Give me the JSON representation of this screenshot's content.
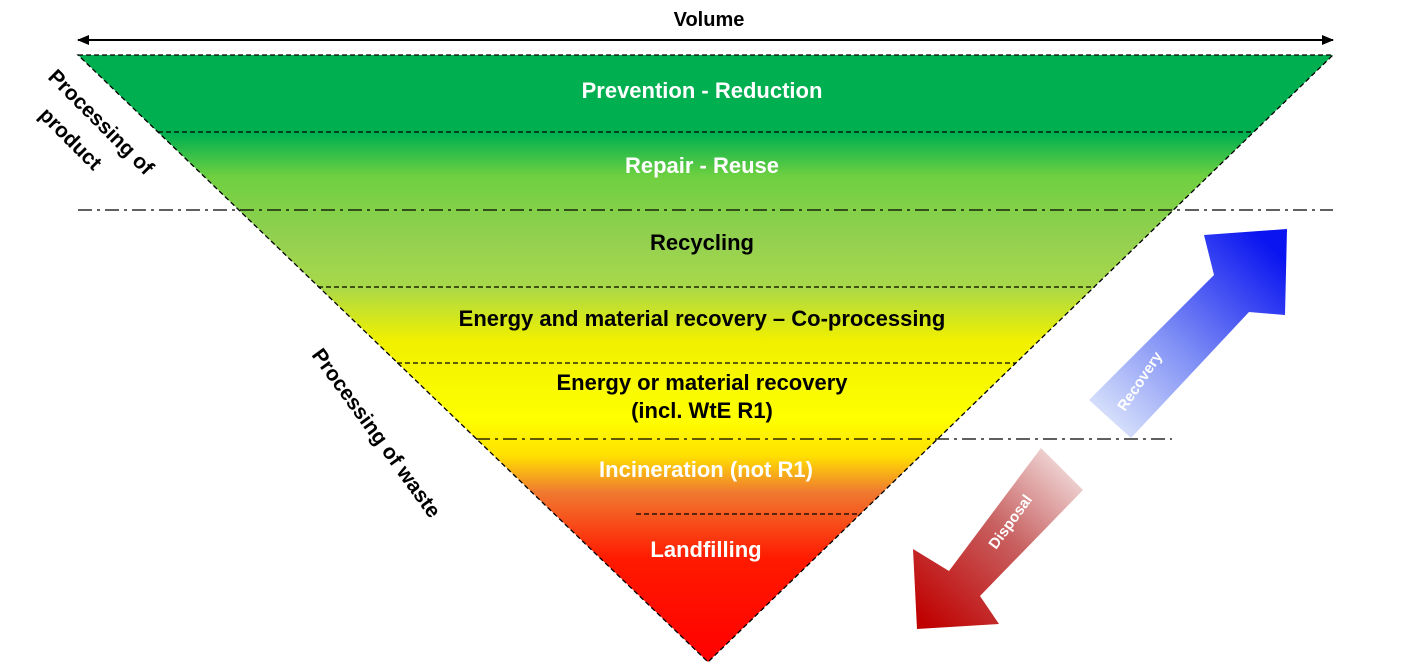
{
  "volume_label": "Volume",
  "side_labels": {
    "product": [
      "Processing of",
      "product"
    ],
    "waste": "Processing of waste"
  },
  "levels": [
    {
      "lines": [
        "Prevention - Reduction"
      ],
      "text_color": "#ffffff"
    },
    {
      "lines": [
        "Repair - Reuse"
      ],
      "text_color": "#ffffff"
    },
    {
      "lines": [
        "Recycling"
      ],
      "text_color": "#000000"
    },
    {
      "lines": [
        "Energy and material recovery – Co-processing"
      ],
      "text_color": "#000000"
    },
    {
      "lines": [
        "Energy or material  recovery",
        "(incl. WtE R1)"
      ],
      "text_color": "#000000"
    },
    {
      "lines": [
        "Incineration (not R1)"
      ],
      "text_color": "#ffffff"
    },
    {
      "lines": [
        "Landfilling"
      ],
      "text_color": "#ffffff"
    }
  ],
  "arrows": {
    "recovery": {
      "label": "Recovery",
      "color": "#0a14f0"
    },
    "disposal": {
      "label": "Disposal",
      "color": "#c00000"
    }
  },
  "colors": {
    "green": "#00b050",
    "light_green": "#92d050",
    "yellow": "#ffff00",
    "orange": "#f07030",
    "red": "#ff0000"
  }
}
